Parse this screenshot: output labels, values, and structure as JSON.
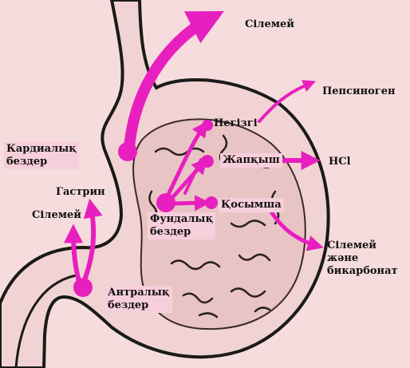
{
  "labels": {
    "mucus_top": "Сілемей",
    "pepsinogen": "Пепсиноген",
    "chief": "Негізгі",
    "parietal": "Жапқыш",
    "hcl": "HCl",
    "accessory": "Қосымша",
    "mucus_bicarb_1": "Сілемей және",
    "mucus_bicarb_2": "бикарбонат",
    "cardiac_1": "Кардиалық",
    "cardiac_2": "бездер",
    "fundic_1": "Фундалық",
    "fundic_2": "бездер",
    "antral_1": "Антралық",
    "antral_2": "бездер",
    "gastrin": "Гастрин",
    "mucus_left": "Сілемей"
  },
  "colors": {
    "background": "#f6dcdc",
    "arrow": "#e81fbf",
    "stomach_outline": "#1a1a1a",
    "stomach_fill": "#f1d3d3",
    "label_box": "#f7cfdb"
  }
}
